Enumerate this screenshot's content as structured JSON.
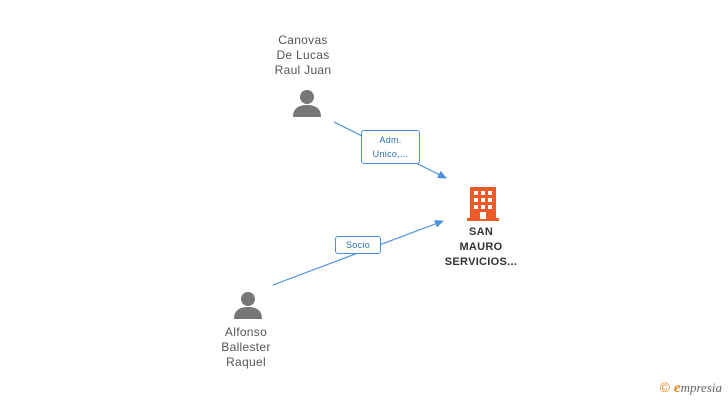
{
  "nodes": {
    "person_top": {
      "name_lines": [
        "Canovas",
        "De Lucas",
        "Raul Juan"
      ]
    },
    "person_bottom": {
      "name_lines": [
        "Alfonso",
        "Ballester",
        "Raquel"
      ]
    },
    "company": {
      "name_lines": [
        "SAN",
        "MAURO",
        "SERVICIOS..."
      ]
    }
  },
  "edges": {
    "top_to_company": {
      "label_lines": [
        "Adm.",
        "Unico,..."
      ]
    },
    "bottom_to_company": {
      "label_lines": [
        "Socio"
      ]
    }
  },
  "brand": {
    "copyright_symbol": "©",
    "name_first_letter": "e",
    "name_rest": "mpresia"
  },
  "colors": {
    "edge": "#4a90d9",
    "person_icon": "#777777",
    "company_icon": "#f05a28"
  }
}
